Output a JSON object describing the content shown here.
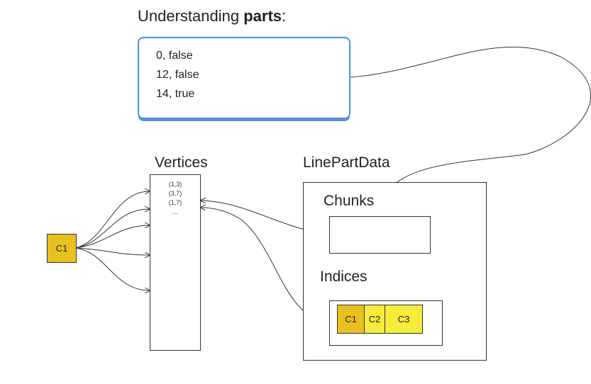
{
  "title": {
    "prefix": "Understanding ",
    "bold": "parts",
    "suffix": ":"
  },
  "parts": [
    "0, false",
    "12, false",
    "14, true"
  ],
  "vertices": {
    "label": "Vertices",
    "items": [
      "(1,3)",
      "(3,7)",
      "(1,7)",
      "..."
    ]
  },
  "line_part_data": {
    "label": "LinePartData",
    "chunks_label": "Chunks",
    "indices_label": "Indices"
  },
  "indices_cells": [
    {
      "label": "C1",
      "color": "#e8c020"
    },
    {
      "label": "C2",
      "color": "#f5ec3c"
    },
    {
      "label": "C3",
      "color": "#f5ec3c"
    }
  ],
  "chunk_node": {
    "label": "C1",
    "color": "#e8c020"
  }
}
